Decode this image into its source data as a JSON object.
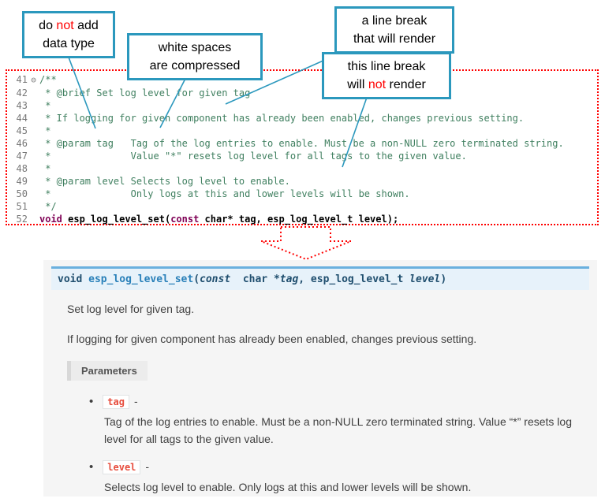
{
  "colors": {
    "callout": "#2b98bd",
    "red": "#ff0000",
    "comment": "#3f7f5f",
    "keyword": "#7f0055",
    "linenum": "#787878",
    "sigbg": "#e7f2fa",
    "sigborder": "#6ab0de",
    "sigtext": "#1f4e6e",
    "signame": "#2980b9",
    "docbg": "#f5f5f5",
    "doctext": "#404040",
    "literal": "#e74c3c",
    "literalborder": "#e1e4e5",
    "paramsbg": "#ececec",
    "paramsborder": "#d8d8d8"
  },
  "callouts": {
    "no_datatype": {
      "line1_pre": "do ",
      "line1_red": "not",
      "line1_post": " add",
      "line2": "data type"
    },
    "whitespace": {
      "line1": "white spaces",
      "line2": "are compressed"
    },
    "break_render": {
      "line1": "a line break",
      "line2": "that will render"
    },
    "break_norender": {
      "line1": "this line break",
      "line2_pre": "will ",
      "line2_red": "not",
      "line2_post": " render"
    }
  },
  "code": {
    "lines": [
      {
        "num": "41",
        "fold": "⊖",
        "text": "/**"
      },
      {
        "num": "42",
        "text": " * @brief Set log level for given tag"
      },
      {
        "num": "43",
        "text": " *"
      },
      {
        "num": "44",
        "text": " * If logging for given component has already been enabled, changes previous setting."
      },
      {
        "num": "45",
        "text": " *"
      },
      {
        "num": "46",
        "text": " * @param tag   Tag of the log entries to enable. Must be a non-NULL zero terminated string."
      },
      {
        "num": "47",
        "text": " *              Value \"*\" resets log level for all tags to the given value."
      },
      {
        "num": "48",
        "text": " *"
      },
      {
        "num": "49",
        "text": " * @param level Selects log level to enable."
      },
      {
        "num": "50",
        "text": " *              Only logs at this and lower levels will be shown."
      },
      {
        "num": "51",
        "text": " */"
      }
    ],
    "declaration": {
      "num": "52",
      "kw1": "void",
      "mid1": " esp_log_level_set(",
      "kw2": "const",
      "rest": " char* tag, esp_log_level_t level);"
    }
  },
  "docs": {
    "signature": {
      "ret": "void",
      "name": " esp_log_level_set",
      "open": "(",
      "const_kw": "const",
      "type1": "  char *",
      "param1": "tag",
      "sep": ", esp_log_level_t ",
      "param2": "level",
      "close": ")"
    },
    "brief": "Set log level for given tag.",
    "detail": "If logging for given component has already been enabled, changes previous setting.",
    "parameters_label": "Parameters",
    "bullet": "•",
    "params": [
      {
        "name": "tag",
        "dash": "-",
        "desc": "Tag of the log entries to enable. Must be a non-NULL zero terminated string. Value “*” resets log level for all tags to the given value."
      },
      {
        "name": "level",
        "dash": "-",
        "desc": "Selects log level to enable. Only logs at this and lower levels will be shown."
      }
    ]
  }
}
